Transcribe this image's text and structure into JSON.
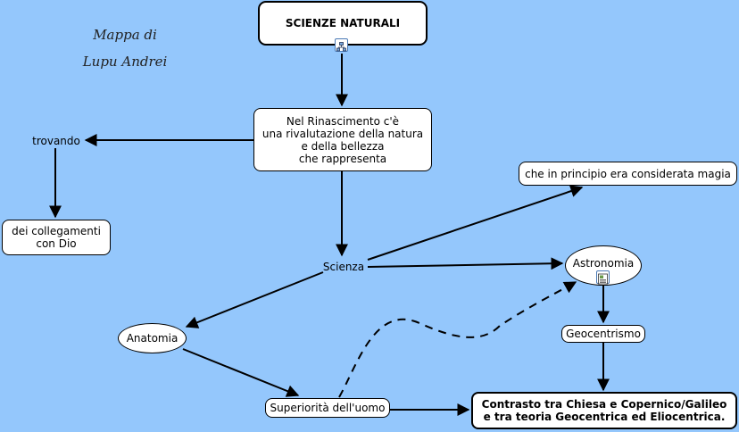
{
  "author_note": {
    "line1": "Mappa di",
    "line2": "Lupu Andrei"
  },
  "nodes": {
    "scienze_naturali": "SCIENZE NATURALI",
    "rinascimento": "Nel Rinascimento c'è\nuna rivalutazione della natura\ne della bellezza\nche rappresenta",
    "trovando": "trovando",
    "collegamenti": "dei collegamenti\ncon Dio",
    "scienza": "Scienza",
    "magia": "che in principio era considerata magia",
    "astronomia": "Astronomia",
    "geocentrismo": "Geocentrismo",
    "anatomia": "Anatomia",
    "superiorita": "Superiorità dell'uomo",
    "contrasto": "Contrasto tra Chiesa e Copernico/Galileo\ne tra teoria Geocentrica ed Eliocentrica."
  },
  "icons": {
    "scienze_naturali": "sub-map-icon",
    "astronomia": "document-image-icon"
  },
  "colors": {
    "background": "#94c7fc",
    "node_fill": "#ffffff",
    "line": "#000000"
  }
}
